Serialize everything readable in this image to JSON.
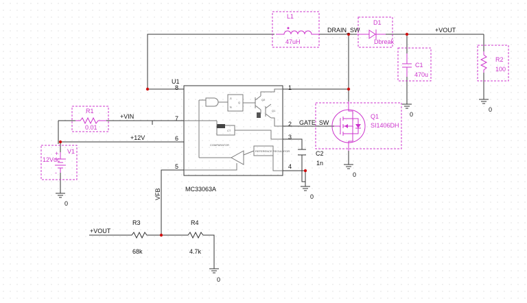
{
  "nets": {
    "drain_sw": "DRAIN_SW",
    "gate_sw": "GATE_SW",
    "vout_top": "+VOUT",
    "vout_left": "+VOUT",
    "vin": "+VIN",
    "p12v": "+12V",
    "vfb": "VFB"
  },
  "ic": {
    "ref": "U1",
    "part": "MC33063A",
    "pins": {
      "p1": "1",
      "p2": "2",
      "p3": "3",
      "p4": "4",
      "p5": "5",
      "p6": "6",
      "p7": "7",
      "p8": "8"
    },
    "internal": {
      "comp": "COMPARATOR",
      "ref": "REFERENCE REGULATOR",
      "osc": "CT",
      "q1": "Q1",
      "q2": "Q2"
    }
  },
  "components": {
    "L1": {
      "ref": "L1",
      "value": "47uH"
    },
    "D1": {
      "ref": "D1",
      "value": "Dbreak"
    },
    "C1": {
      "ref": "C1",
      "value": "470u"
    },
    "R2": {
      "ref": "R2",
      "value": "100"
    },
    "R1": {
      "ref": "R1",
      "value": "0.01"
    },
    "V1": {
      "ref": "V1",
      "value": "12Vdc",
      "plus": "+",
      "minus": "-"
    },
    "Q1": {
      "ref": "Q1",
      "value": "SI1406DH"
    },
    "C2": {
      "ref": "C2",
      "value": "1n"
    },
    "R3": {
      "ref": "R3",
      "value": "68k"
    },
    "R4": {
      "ref": "R4",
      "value": "4.7k"
    }
  },
  "grounds": {
    "gnd_c1": "0",
    "gnd_r2": "0",
    "gnd_q1": "0",
    "gnd_c2": "0",
    "gnd_v1": "0",
    "gnd_r4": "0"
  },
  "colors": {
    "wire": "#333333",
    "part": "#cc33cc",
    "junction": "#d01010"
  }
}
